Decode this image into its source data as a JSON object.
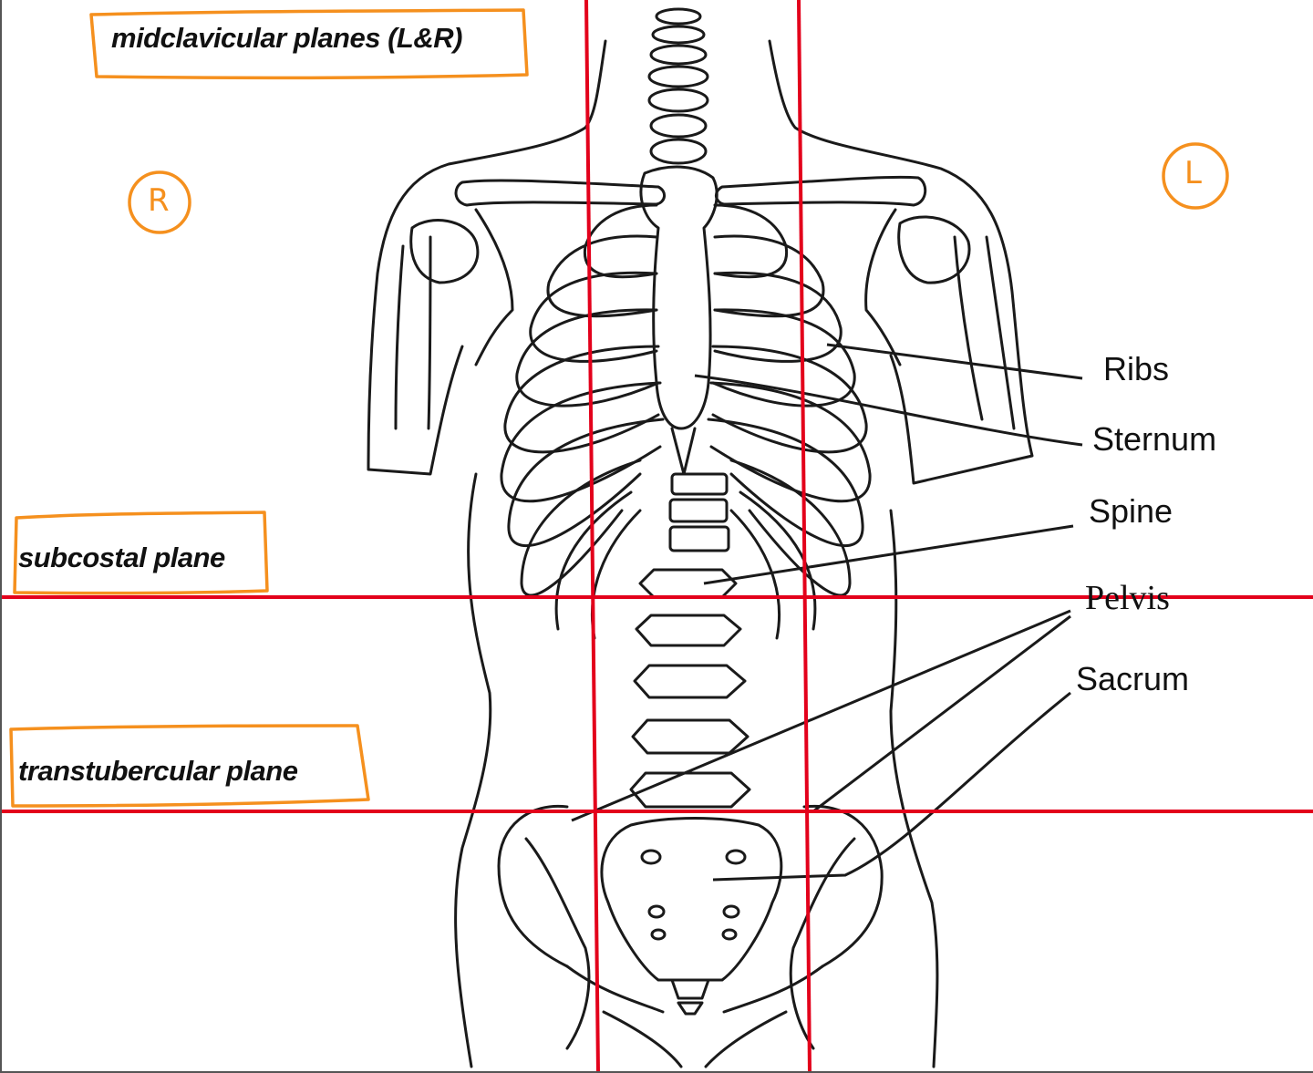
{
  "plane_labels": {
    "midclavicular": "midclavicular planes (L&R)",
    "subcostal": "subcostal plane",
    "transtubercular": "transtubercular plane"
  },
  "side_markers": {
    "right": "R",
    "left": "L"
  },
  "anatomy_labels": {
    "ribs": "Ribs",
    "sternum": "Sternum",
    "spine": "Spine",
    "pelvis": "Pelvis",
    "sacrum": "Sacrum"
  },
  "colors": {
    "plane_line": "#e3001b",
    "annotation": "#f5901e",
    "drawing": "#1a1a1a"
  }
}
